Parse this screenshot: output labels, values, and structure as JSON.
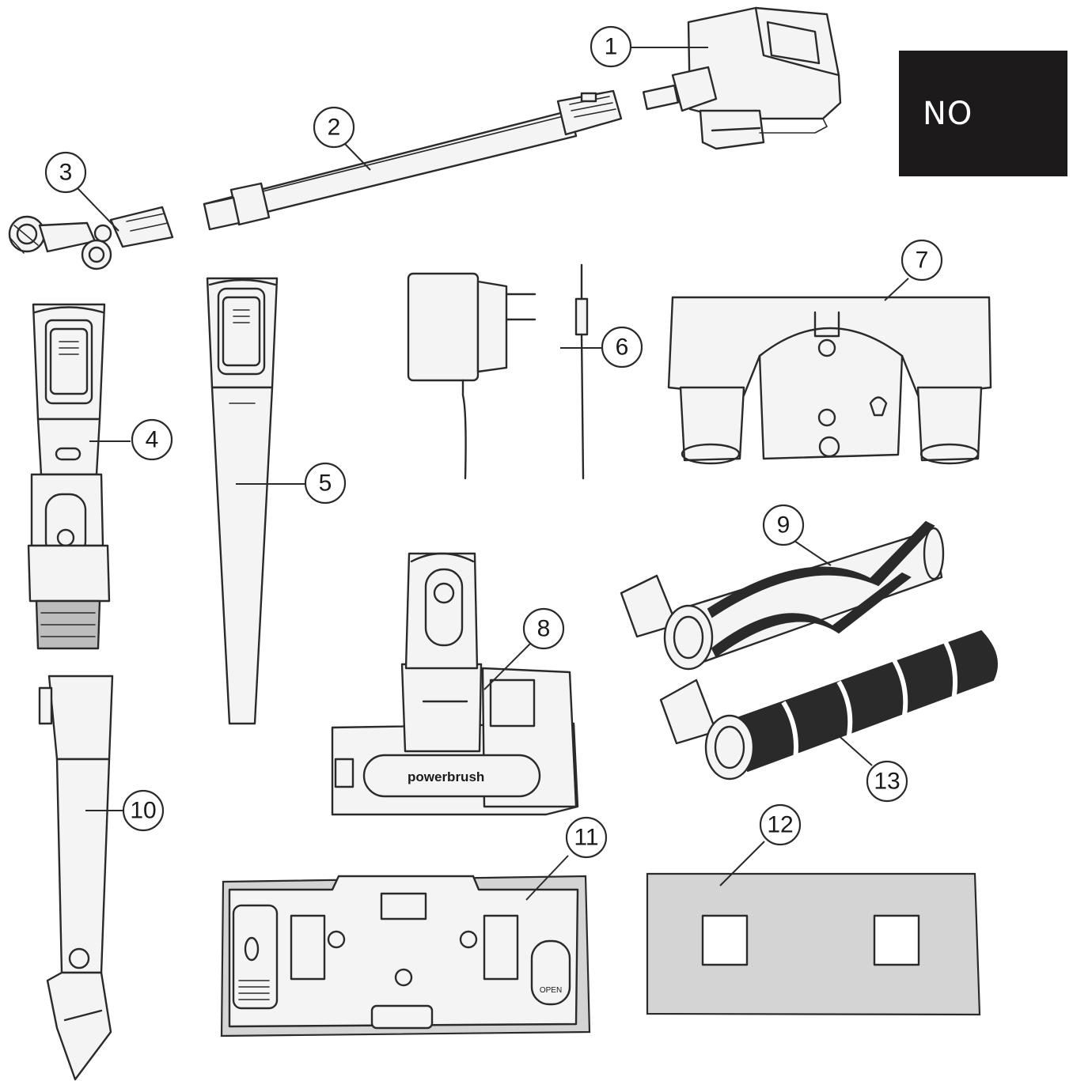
{
  "language_badge": "NO",
  "header_fragment": "",
  "brush_label": "powerbrush",
  "mop_button_label": "OPEN",
  "callouts": [
    "1",
    "2",
    "3",
    "4",
    "5",
    "6",
    "7",
    "8",
    "9",
    "10",
    "11",
    "12",
    "13"
  ],
  "parts": [
    {
      "number": "1",
      "icon": "handheld-main-unit"
    },
    {
      "number": "2",
      "icon": "extension-tube"
    },
    {
      "number": "3",
      "icon": "flexible-hose-attachment"
    },
    {
      "number": "4",
      "icon": "mini-brush-tool"
    },
    {
      "number": "5",
      "icon": "crevice-tool"
    },
    {
      "number": "6",
      "icon": "charger-adapter"
    },
    {
      "number": "7",
      "icon": "floor-head-mount"
    },
    {
      "number": "8",
      "icon": "powerbrush-motorized-head"
    },
    {
      "number": "9",
      "icon": "bristle-roller"
    },
    {
      "number": "10",
      "icon": "long-crevice-tool"
    },
    {
      "number": "11",
      "icon": "mop-water-tank"
    },
    {
      "number": "12",
      "icon": "mop-pad"
    },
    {
      "number": "13",
      "icon": "soft-roller"
    }
  ],
  "colors": {
    "ink": "#2a2a2a",
    "badge_bg": "#1c1a1b",
    "badge_text": "#ffffff",
    "background": "#ffffff"
  }
}
